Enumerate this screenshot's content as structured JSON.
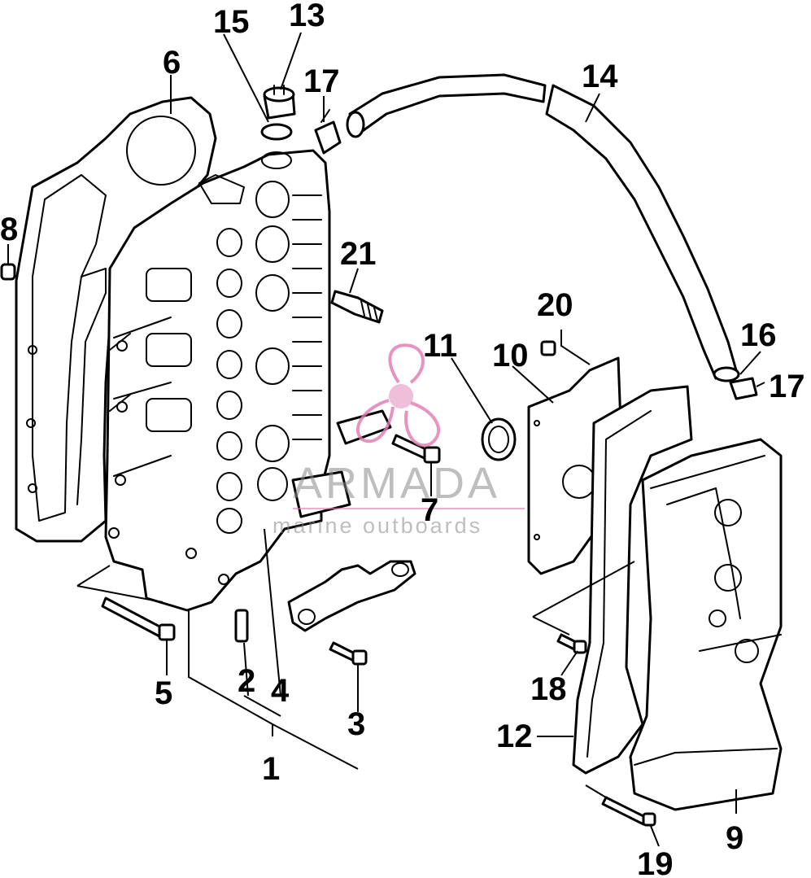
{
  "diagram": {
    "callouts": [
      {
        "id": "c1",
        "label": "1"
      },
      {
        "id": "c2",
        "label": "2"
      },
      {
        "id": "c3",
        "label": "3"
      },
      {
        "id": "c4",
        "label": "4"
      },
      {
        "id": "c5",
        "label": "5"
      },
      {
        "id": "c6",
        "label": "6"
      },
      {
        "id": "c7",
        "label": "7"
      },
      {
        "id": "c8",
        "label": "8"
      },
      {
        "id": "c9",
        "label": "9"
      },
      {
        "id": "c10",
        "label": "10"
      },
      {
        "id": "c11",
        "label": "11"
      },
      {
        "id": "c12",
        "label": "12"
      },
      {
        "id": "c13",
        "label": "13"
      },
      {
        "id": "c14",
        "label": "14"
      },
      {
        "id": "c15",
        "label": "15"
      },
      {
        "id": "c16",
        "label": "16"
      },
      {
        "id": "c17a",
        "label": "17"
      },
      {
        "id": "c17b",
        "label": "17"
      },
      {
        "id": "c18",
        "label": "18"
      },
      {
        "id": "c19",
        "label": "19"
      },
      {
        "id": "c20",
        "label": "20"
      },
      {
        "id": "c21",
        "label": "21"
      }
    ]
  },
  "watermark": {
    "brand": "ARMADA",
    "tagline": "marine outboards",
    "logo_color": "#e07ab0"
  }
}
